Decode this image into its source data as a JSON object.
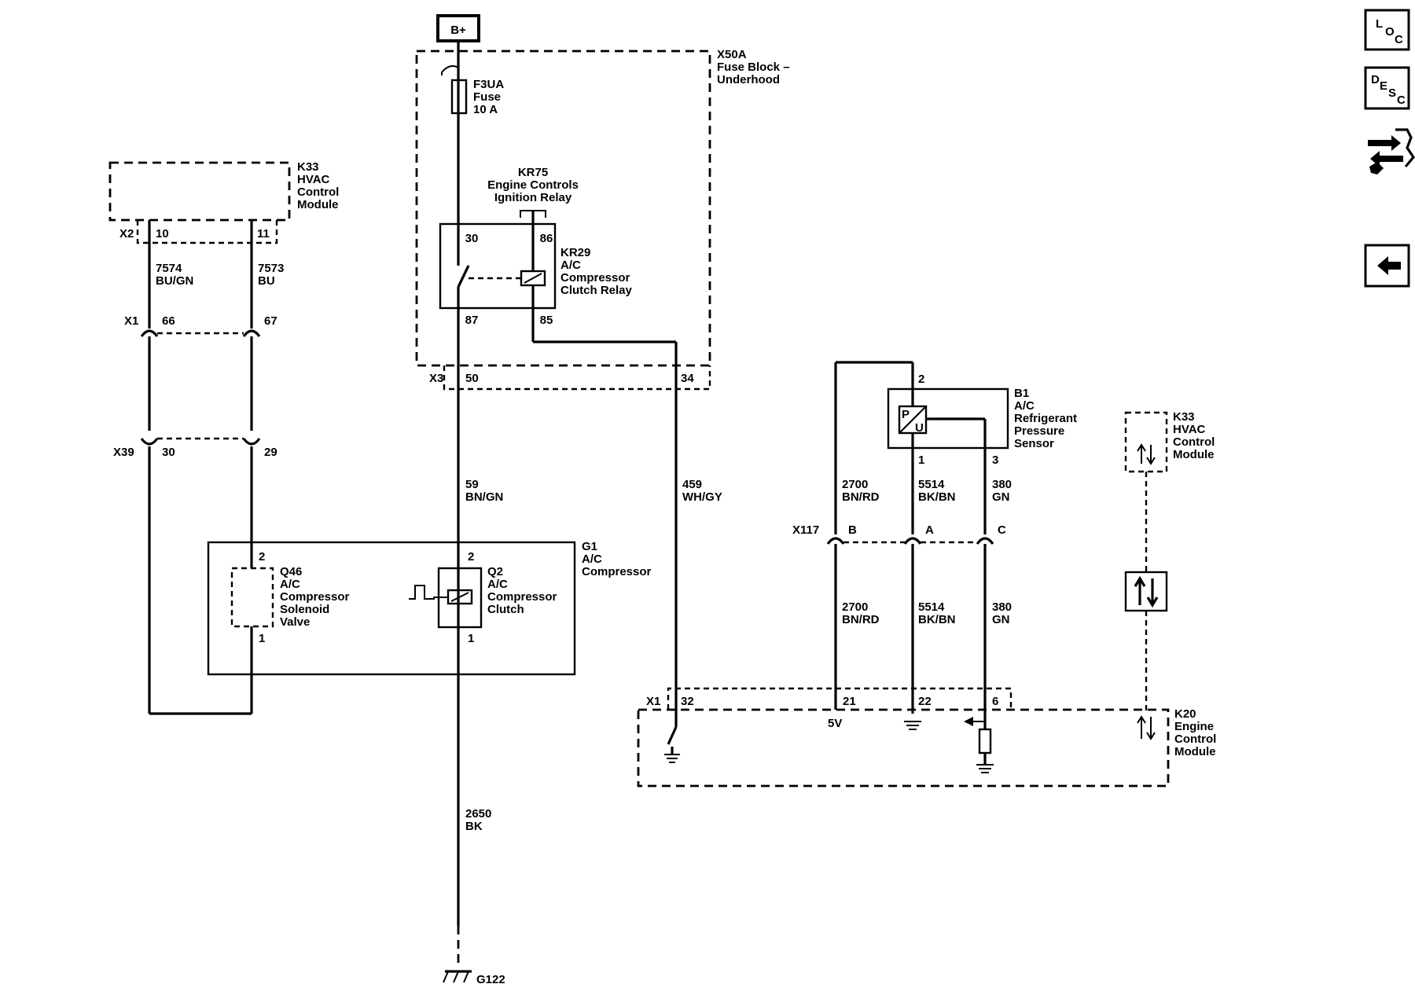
{
  "supply": {
    "label": "B+"
  },
  "fuse_block": {
    "id": "X50A",
    "name_1": "Fuse Block –",
    "name_2": "Underhood",
    "fuse_id": "F3UA",
    "fuse_type": "Fuse",
    "fuse_rating": "10 A",
    "connector": "X3",
    "pin_a": "50",
    "pin_b": "34"
  },
  "ignition_relay": {
    "id": "KR75",
    "name_1": "Engine Controls",
    "name_2": "Ignition Relay"
  },
  "clutch_relay": {
    "id": "KR29",
    "name_1": "A/C",
    "name_2": "Compressor",
    "name_3": "Clutch Relay",
    "pin_30": "30",
    "pin_86": "86",
    "pin_87": "87",
    "pin_85": "85"
  },
  "hvac_module_top": {
    "id": "K33",
    "name_1": "HVAC",
    "name_2": "Control",
    "name_3": "Module",
    "connector": "X2",
    "pin_a": "10",
    "pin_b": "11"
  },
  "wires": {
    "w7574_num": "7574",
    "w7574_color": "BU/GN",
    "w7573_num": "7573",
    "w7573_color": "BU",
    "w59_num": "59",
    "w59_color": "BN/GN",
    "w459_num": "459",
    "w459_color": "WH/GY",
    "w2650_num": "2650",
    "w2650_color": "BK",
    "w2700_num": "2700",
    "w2700_color": "BN/RD",
    "w5514_num": "5514",
    "w5514_color": "BK/BN",
    "w380_num": "380",
    "w380_color": "GN"
  },
  "inline_x1": {
    "id": "X1",
    "pin_a": "66",
    "pin_b": "67"
  },
  "inline_x39": {
    "id": "X39",
    "pin_a": "30",
    "pin_b": "29"
  },
  "compressor": {
    "id": "G1",
    "name_1": "A/C",
    "name_2": "Compressor",
    "solenoid_id": "Q46",
    "solenoid_name_1": "A/C",
    "solenoid_name_2": "Compressor",
    "solenoid_name_3": "Solenoid",
    "solenoid_name_4": "Valve",
    "solenoid_pin_top": "2",
    "solenoid_pin_bottom": "1",
    "clutch_id": "Q2",
    "clutch_name_1": "A/C",
    "clutch_name_2": "Compressor",
    "clutch_name_3": "Clutch",
    "clutch_pin_top": "2",
    "clutch_pin_bottom": "1"
  },
  "ground": {
    "id": "G122"
  },
  "pressure_sensor": {
    "id": "B1",
    "name_1": "A/C",
    "name_2": "Refrigerant",
    "name_3": "Pressure",
    "name_4": "Sensor",
    "pin_2": "2",
    "pin_1": "1",
    "pin_3": "3",
    "symbol_p": "P",
    "symbol_u": "U"
  },
  "inline_x117": {
    "id": "X117",
    "pin_b": "B",
    "pin_a": "A",
    "pin_c": "C"
  },
  "hvac_module_right": {
    "id": "K33",
    "name_1": "HVAC",
    "name_2": "Control",
    "name_3": "Module"
  },
  "ecm": {
    "id": "K20",
    "name_1": "Engine",
    "name_2": "Control",
    "name_3": "Module",
    "connector": "X1",
    "pin_32": "32",
    "pin_21": "21",
    "pin_22": "22",
    "pin_6": "6",
    "ref_5v": "5V"
  },
  "nav": {
    "loc_l": "L",
    "loc_o": "O",
    "loc_c": "C",
    "desc_d": "D",
    "desc_e": "E",
    "desc_s": "S",
    "desc_c": "C"
  }
}
